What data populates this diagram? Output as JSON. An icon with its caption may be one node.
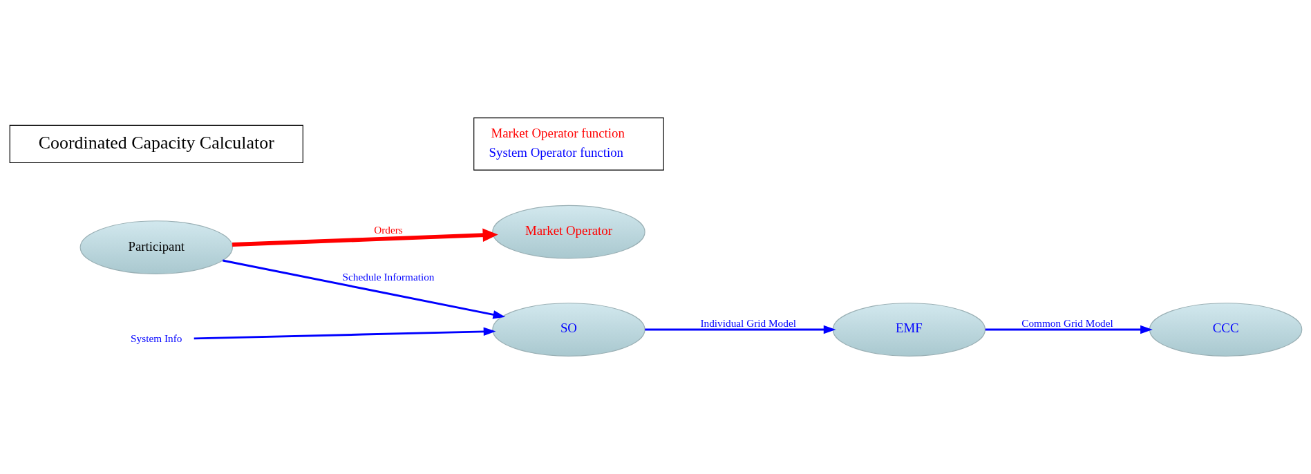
{
  "diagram": {
    "nodes": [
      {
        "text": [
          "Participant"
        ]
      },
      {
        "text": [
          "SO"
        ]
      },
      {
        "text": [
          "System Info"
        ]
      },
      {
        "text": [
          "EMF"
        ]
      },
      {
        "text": [
          "CCC"
        ]
      },
      {
        "text": [
          "Market Operator"
        ]
      },
      {
        "text": [
          "Coordinated Capacity Calculator"
        ]
      }
    ],
    "edges": [
      {
        "from": 0,
        "to": 1,
        "arrow": "to",
        "label": "Schedule Information"
      },
      {
        "from": 2,
        "to": 1,
        "arrow": "to"
      },
      {
        "from": 1,
        "to": 3,
        "arrow": "to",
        "label": "Individual Grid Model"
      },
      {
        "from": 3,
        "to": 4,
        "arrow": "to",
        "label": "Common Grid Model"
      },
      {
        "from": 0,
        "to": 5,
        "arrow": "to",
        "label": "Orders",
        "style": "thick",
        "color": "#ff0000"
      }
    ],
    "legend": [
      {
        "text": "Market Operator function",
        "color": "#ff0000"
      },
      {
        "text": "System Operator function",
        "color": "#0000ff"
      }
    ]
  }
}
